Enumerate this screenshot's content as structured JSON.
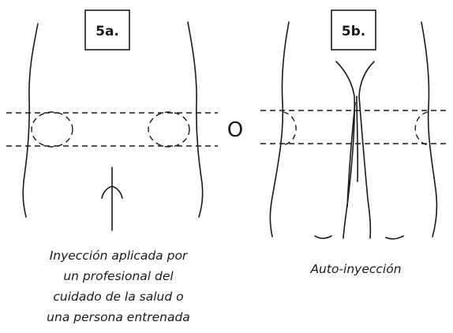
{
  "panels": [
    {
      "label": "5a.",
      "caption": [
        "Inyección aplicada por",
        "un profesional del",
        "cuidado de la salud o",
        "una persona entrenada"
      ]
    },
    {
      "label": "5b.",
      "caption": [
        "Auto-inyección"
      ]
    }
  ],
  "separator": "O",
  "colors": {
    "line": "#1a1a1a",
    "background": "#ffffff"
  }
}
